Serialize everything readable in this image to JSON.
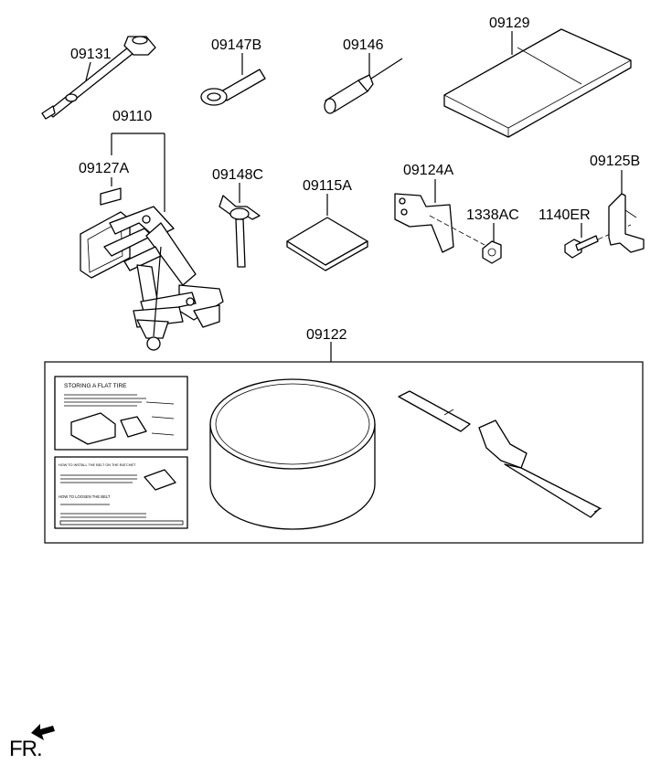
{
  "parts": {
    "p09131": "09131",
    "p09147B": "09147B",
    "p09146": "09146",
    "p09129": "09129",
    "p09110": "09110",
    "p09127A": "09127A",
    "p09148C": "09148C",
    "p09115A": "09115A",
    "p09124A": "09124A",
    "p09125B": "09125B",
    "p1338AC": "1338AC",
    "p1140ER": "1140ER",
    "p09122": "09122"
  },
  "labels": {
    "label1_title": "STORING A FLAT TIRE",
    "label2_line1": "HOW TO INSTALL THE BELT ON THE RATCHET",
    "label2_line2": "HOW TO LOOSEN THE BELT"
  },
  "direction": "FR."
}
